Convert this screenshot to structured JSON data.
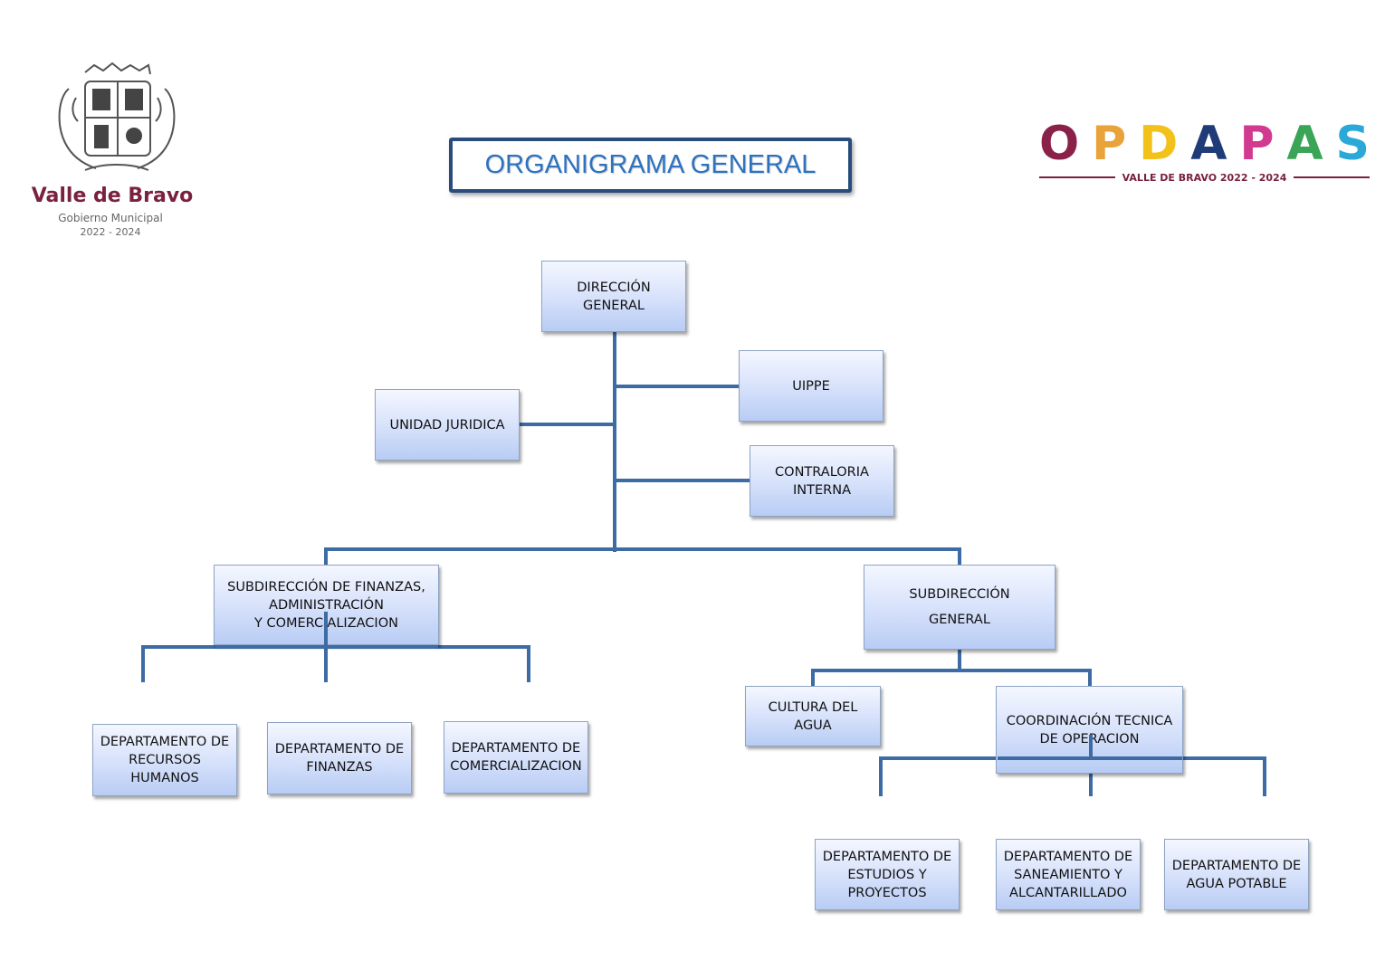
{
  "title": "ORGANIGRAMA GENERAL",
  "logo_left": {
    "name": "Valle de Bravo",
    "subtitle": "Gobierno Municipal",
    "years": "2022 - 2024"
  },
  "logo_right": {
    "letters": [
      {
        "char": "O",
        "color": "#8a2149"
      },
      {
        "char": "P",
        "color": "#e9a33a"
      },
      {
        "char": "D",
        "color": "#f2c21b"
      },
      {
        "char": "A",
        "color": "#1f3b78"
      },
      {
        "char": "P",
        "color": "#d23a8f"
      },
      {
        "char": "A",
        "color": "#3aa457"
      },
      {
        "char": "S",
        "color": "#2aa9d9"
      }
    ],
    "tagline": "VALLE DE BRAVO 2022 - 2024"
  },
  "org": {
    "direccion_general": "DIRECCIÓN GENERAL",
    "uippe": "UIPPE",
    "unidad_juridica": "UNIDAD JURIDICA",
    "contraloria_interna": "CONTRALORIA\nINTERNA",
    "subdireccion_finanzas": "SUBDIRECCIÓN DE FINANZAS,\nADMINISTRACIÓN\nY COMERCIALIZACION",
    "subdireccion_general": "SUBDIRECCIÓN\nGENERAL",
    "depto_recursos_humanos": "DEPARTAMENTO DE\nRECURSOS\nHUMANOS",
    "depto_finanzas": "DEPARTAMENTO DE\nFINANZAS",
    "depto_comercializacion": "DEPARTAMENTO DE\nCOMERCIALIZACION",
    "cultura_agua": "CULTURA DEL\nAGUA",
    "coordinacion_tecnica": "COORDINACIÓN TECNICA\nDE OPERACION",
    "depto_estudios": "DEPARTAMENTO DE\nESTUDIOS Y\nPROYECTOS",
    "depto_saneamiento": "DEPARTAMENTO DE\nSANEAMIENTO Y\nALCANTARILLADO",
    "depto_agua_potable": "DEPARTAMENTO DE\nAGUA POTABLE"
  },
  "colors": {
    "connector": "#3d6ba3",
    "title_border": "#284d7c",
    "title_text": "#2c72c0"
  }
}
